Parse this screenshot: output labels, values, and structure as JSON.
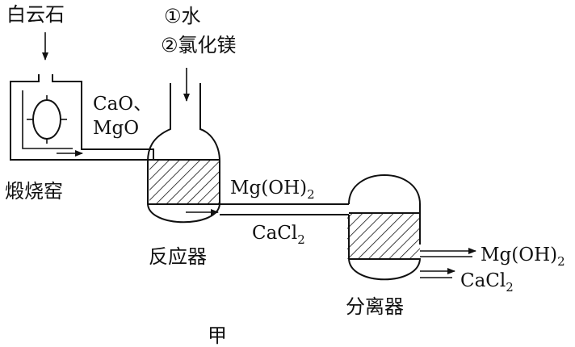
{
  "labels": {
    "dolomite": "白云石",
    "inputs_line1": "①水",
    "inputs_line2": "②氯化镁",
    "kiln_output_line1": "CaO、",
    "kiln_output_line2": "MgO",
    "kiln": "煅烧窑",
    "reactor_to_sep_top_main": "Mg(OH)",
    "reactor_to_sep_top_sub": "2",
    "reactor_to_sep_bottom_main": "CaCl",
    "reactor_to_sep_bottom_sub": "2",
    "reactor": "反应器",
    "out1_main": "Mg(OH)",
    "out1_sub": "2",
    "out2_main": "CaCl",
    "out2_sub": "2",
    "separator": "分离器",
    "figure_caption": "甲"
  }
}
